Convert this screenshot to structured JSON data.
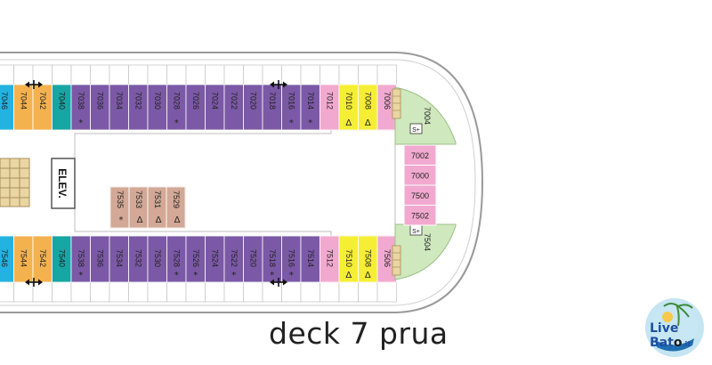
{
  "deck": {
    "caption": "deck 7 prua",
    "elevator_label": "ELEV.",
    "logo_text_a": "Live",
    "logo_text_b": "Bat",
    "logo_text_o": "o",
    "logo_suffix": ".it"
  },
  "colors": {
    "blue": "#22b3e0",
    "orange": "#f4b24f",
    "teal": "#16a6a4",
    "purple": "#7b59a6",
    "pink": "#f2a9cf",
    "yellow": "#f6ee34",
    "green": "#cfe8bd",
    "tan": "#d3a896",
    "stair": "#ead6a3"
  },
  "cabins_top": [
    {
      "num": "7046",
      "color": "blue",
      "mark": ""
    },
    {
      "num": "7044",
      "color": "orange",
      "mark": ""
    },
    {
      "num": "7042",
      "color": "orange",
      "mark": ""
    },
    {
      "num": "7040",
      "color": "teal",
      "mark": ""
    },
    {
      "num": "7038",
      "color": "purple",
      "mark": "*"
    },
    {
      "num": "7036",
      "color": "purple",
      "mark": ""
    },
    {
      "num": "7034",
      "color": "purple",
      "mark": ""
    },
    {
      "num": "7032",
      "color": "purple",
      "mark": ""
    },
    {
      "num": "7030",
      "color": "purple",
      "mark": ""
    },
    {
      "num": "7028",
      "color": "purple",
      "mark": "*"
    },
    {
      "num": "7026",
      "color": "purple",
      "mark": ""
    },
    {
      "num": "7024",
      "color": "purple",
      "mark": ""
    },
    {
      "num": "7022",
      "color": "purple",
      "mark": ""
    },
    {
      "num": "7020",
      "color": "purple",
      "mark": ""
    },
    {
      "num": "7018",
      "color": "purple",
      "mark": ""
    },
    {
      "num": "7016",
      "color": "purple",
      "mark": "*"
    },
    {
      "num": "7014",
      "color": "purple",
      "mark": "*"
    },
    {
      "num": "7012",
      "color": "pink",
      "mark": ""
    },
    {
      "num": "7010",
      "color": "yellow",
      "mark": "Δ"
    },
    {
      "num": "7008",
      "color": "yellow",
      "mark": "Δ"
    },
    {
      "num": "7006",
      "color": "pink",
      "mark": ""
    }
  ],
  "cabins_bottom": [
    {
      "num": "7546",
      "color": "blue",
      "mark": ""
    },
    {
      "num": "7544",
      "color": "orange",
      "mark": ""
    },
    {
      "num": "7542",
      "color": "orange",
      "mark": ""
    },
    {
      "num": "7540",
      "color": "teal",
      "mark": ""
    },
    {
      "num": "7538",
      "color": "purple",
      "mark": "*"
    },
    {
      "num": "7536",
      "color": "purple",
      "mark": ""
    },
    {
      "num": "7534",
      "color": "purple",
      "mark": ""
    },
    {
      "num": "7532",
      "color": "purple",
      "mark": ""
    },
    {
      "num": "7530",
      "color": "purple",
      "mark": ""
    },
    {
      "num": "7528",
      "color": "purple",
      "mark": "*"
    },
    {
      "num": "7526",
      "color": "purple",
      "mark": "*"
    },
    {
      "num": "7524",
      "color": "purple",
      "mark": ""
    },
    {
      "num": "7522",
      "color": "purple",
      "mark": "*"
    },
    {
      "num": "7520",
      "color": "purple",
      "mark": ""
    },
    {
      "num": "7518",
      "color": "purple",
      "mark": "*"
    },
    {
      "num": "7516",
      "color": "purple",
      "mark": "*"
    },
    {
      "num": "7514",
      "color": "purple",
      "mark": ""
    },
    {
      "num": "7512",
      "color": "pink",
      "mark": ""
    },
    {
      "num": "7510",
      "color": "yellow",
      "mark": "Δ"
    },
    {
      "num": "7508",
      "color": "yellow",
      "mark": "Δ"
    },
    {
      "num": "7506",
      "color": "pink",
      "mark": ""
    }
  ],
  "cabins_center": [
    {
      "num": "7535",
      "mark": "*"
    },
    {
      "num": "7533",
      "mark": "Δ"
    },
    {
      "num": "7531",
      "mark": "Δ"
    },
    {
      "num": "7529",
      "mark": "Δ"
    }
  ],
  "bow_cabins": [
    {
      "num": "7002"
    },
    {
      "num": "7000"
    },
    {
      "num": "7500"
    },
    {
      "num": "7502"
    }
  ],
  "bow_green": [
    {
      "num": "7004",
      "badge": "S+"
    },
    {
      "num": "7504",
      "badge": "S+"
    }
  ]
}
